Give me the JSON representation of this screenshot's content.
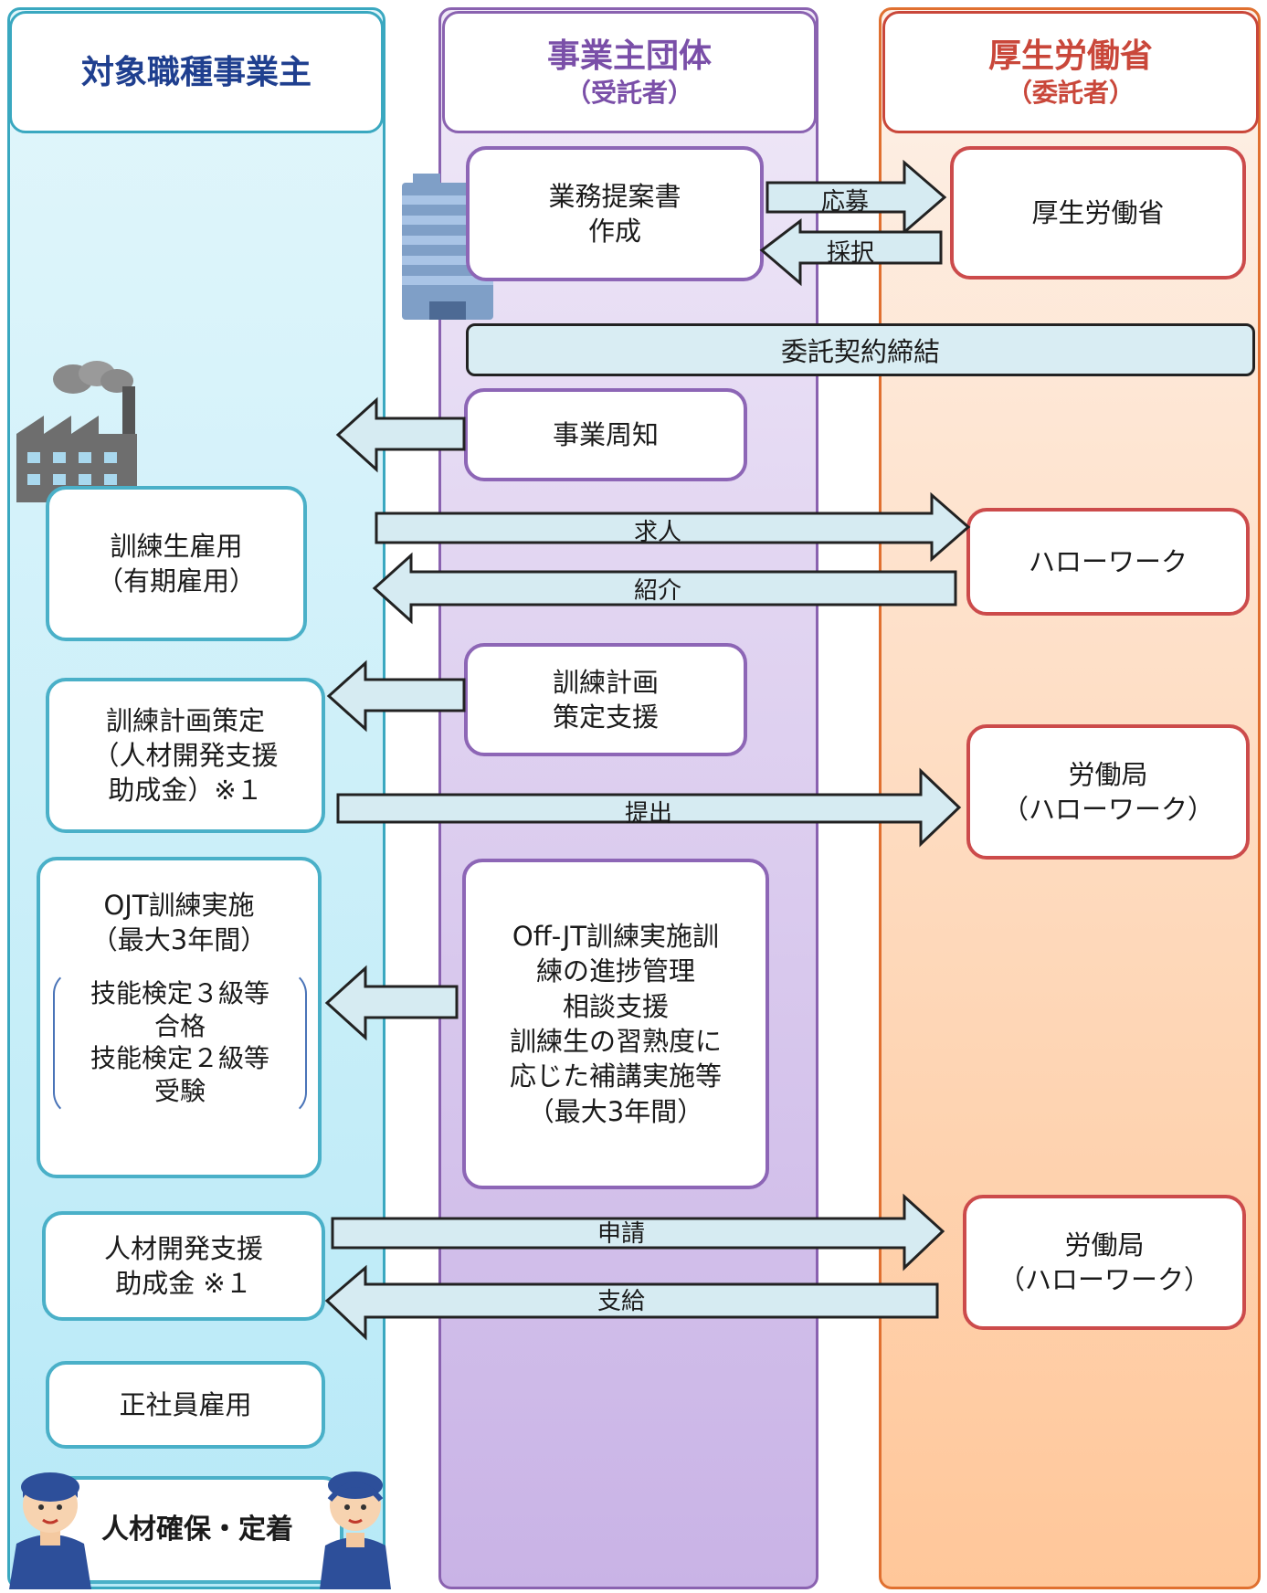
{
  "columns": {
    "employer": {
      "title": "対象職種事業主"
    },
    "organization": {
      "title": "事業主団体",
      "subtitle": "（受託者）"
    },
    "ministry": {
      "title": "厚生労働省",
      "subtitle": "（委託者）"
    }
  },
  "boxes": {
    "proposal": "業務提案書\n作成",
    "ministry": "厚生労働省",
    "contract": "委託契約締結",
    "announce": "事業周知",
    "trainee_hire": "訓練生雇用\n（有期雇用）",
    "hellowork": "ハローワーク",
    "plan_support": "訓練計画\n策定支援",
    "plan_make": "訓練計画策定\n（人材開発支援\n助成金）※１",
    "labor_bureau_1": "労働局\n（ハローワーク）",
    "ojt": "OJT訓練実施\n（最大3年間）",
    "skill_test": "技能検定３級等\n合格\n技能検定２級等\n受験",
    "offjt": "Off-JT訓練実施訓\n練の進捗管理\n相談支援\n訓練生の習熟度に\n応じた補講実施等\n（最大3年間）",
    "subsidy": "人材開発支援\n助成金 ※１",
    "labor_bureau_2": "労働局\n（ハローワーク）",
    "regular_hire": "正社員雇用",
    "retention": "人材確保・定着"
  },
  "arrows": {
    "apply": "応募",
    "adopt": "採択",
    "recruit": "求人",
    "introduce": "紹介",
    "submit": "提出",
    "request": "申請",
    "payment": "支給"
  },
  "colors": {
    "employer": "#3aa8c0",
    "organization": "#8a62b0",
    "ministry": "#e07030",
    "arrow_fill": "#d6ebf2"
  }
}
